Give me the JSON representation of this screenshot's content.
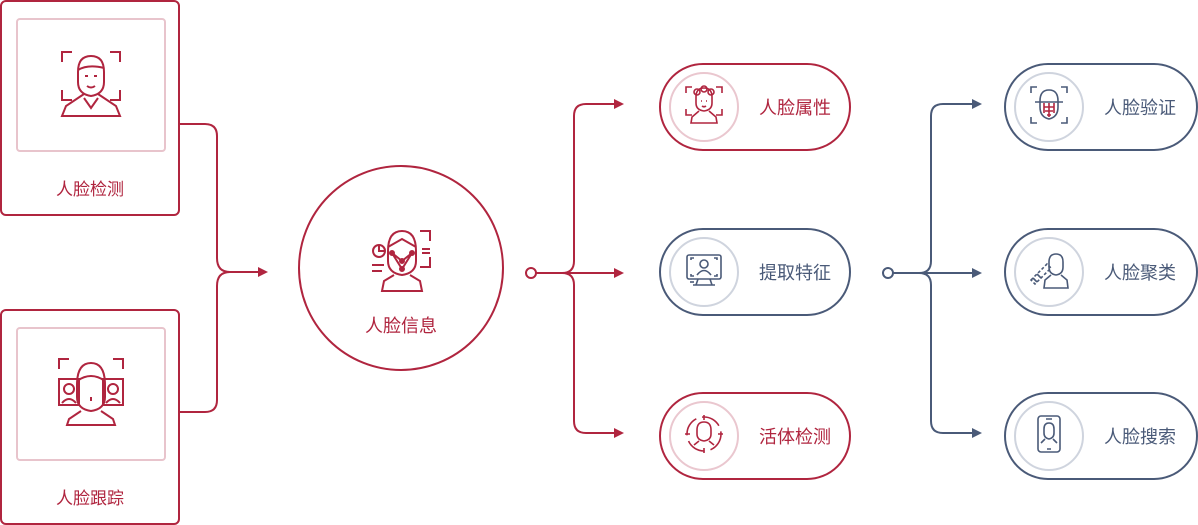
{
  "colors": {
    "red": "#b0253f",
    "blue": "#4a5a78",
    "pale_red": "#e8c4cc",
    "pale_blue": "#cfd4de"
  },
  "sources": [
    {
      "label": "人脸检测",
      "icon": "face-detection-icon"
    },
    {
      "label": "人脸跟踪",
      "icon": "face-tracking-icon"
    }
  ],
  "hub": {
    "label": "人脸信息",
    "icon": "face-info-icon"
  },
  "capabilities": [
    {
      "label": "人脸属性",
      "icon": "face-attribute-icon"
    },
    {
      "label": "提取特征",
      "icon": "feature-extraction-icon"
    },
    {
      "label": "活体检测",
      "icon": "liveness-detection-icon"
    }
  ],
  "applications": [
    {
      "label": "人脸验证",
      "icon": "face-verification-icon"
    },
    {
      "label": "人脸聚类",
      "icon": "face-clustering-icon"
    },
    {
      "label": "人脸搜索",
      "icon": "face-search-icon"
    }
  ]
}
